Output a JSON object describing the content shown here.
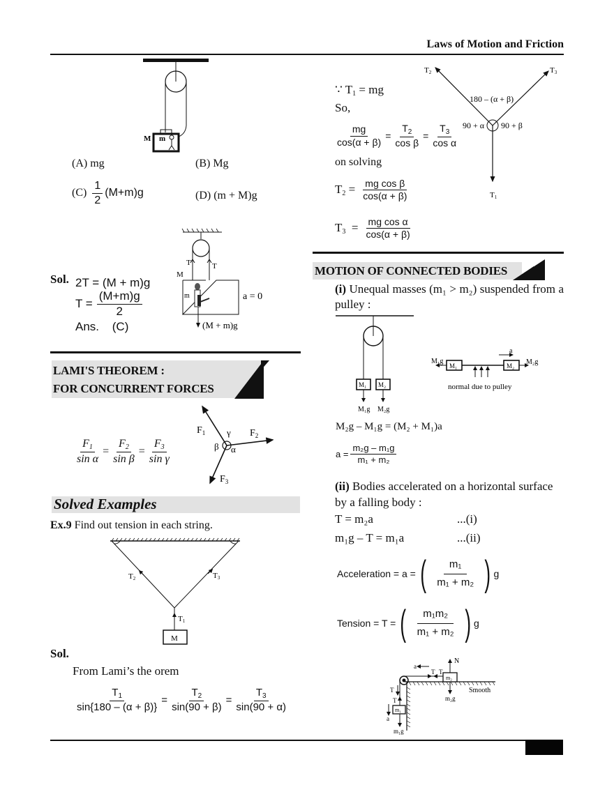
{
  "header": {
    "title": "Laws of Motion and Friction"
  },
  "question_options": [
    {
      "label": "(A)",
      "value": "mg"
    },
    {
      "label": "(B)",
      "value": "Mg"
    },
    {
      "label": "(C)",
      "value_num": "1",
      "value_den": "2",
      "value_tail": "(M+m)g"
    },
    {
      "label": "(D)",
      "value": "(m + M)g"
    }
  ],
  "figure_top": {
    "M_label": "M",
    "m_label": "m"
  },
  "solution_1": {
    "sol_label": "Sol.",
    "line1": "2T = (M + m)g",
    "line2_lhs": "T =",
    "line2_num": "(M+m)g",
    "line2_den": "2",
    "answer_label": "Ans.",
    "answer_value": "(C)",
    "figure": {
      "T_left": "T",
      "T_right": "T",
      "M": "M",
      "m": "m",
      "a": "a = 0",
      "weight": "(M + m)g"
    }
  },
  "lami_section": {
    "title_line1": "LAMI'S THEOREM :",
    "title_line2": "FOR CONCURRENT FORCES",
    "formula": {
      "n1": "F",
      "n1s": "1",
      "d1": "sin α",
      "n2": "F",
      "n2s": "2",
      "d2": "sin β",
      "n3": "F",
      "n3s": "3",
      "d3": "sin γ"
    },
    "figure": {
      "F1": "F",
      "F1s": "1",
      "F2": "F",
      "F2s": "2",
      "F3": "F",
      "F3s": "3",
      "alpha": "α",
      "beta": "β",
      "gamma": "γ"
    }
  },
  "solved_examples": {
    "title": "Solved Examples",
    "ex_label": "Ex.9",
    "ex_text": "Find out tension in each string.",
    "figure": {
      "T1": "T",
      "T1s": "1",
      "T2": "T",
      "T2s": "2",
      "T3": "T",
      "T3s": "3",
      "M": "M"
    },
    "sol_label": "Sol.",
    "sol_text": "From Lami’s the orem",
    "equation": {
      "n1": "T",
      "n1s": "1",
      "d1": "sin{180 – (α + β)}",
      "n2": "T",
      "n2s": "2",
      "d2": "sin(90 + β)",
      "n3": "T",
      "n3s": "3",
      "d3": "sin(90 + α)"
    }
  },
  "right_col": {
    "since_line": "∵  T",
    "since_sub": "1",
    "since_rhs": " = mg",
    "so": "So,",
    "eq1": {
      "n1": "mg",
      "d1": "cos(α + β)",
      "n2": "T",
      "n2s": "2",
      "d2": "cos β",
      "n3": "T",
      "n3s": "3",
      "d3": "cos α"
    },
    "on_solving": "on solving",
    "t2": {
      "lhs": "T",
      "lhs_sub": "2",
      "num": "mg cos β",
      "den": "cos(α + β)"
    },
    "t3": {
      "lhs": "T",
      "lhs_sub": "3",
      "num": "mg cos α",
      "den": "cos(α + β)"
    },
    "force_fig": {
      "T1": "T",
      "T1s": "1",
      "T2": "T",
      "T2s": "2",
      "T3": "T",
      "T3s": "3",
      "top_angle": "180 – (α + β)",
      "left_angle": "90 + α",
      "right_angle": "90 + β"
    }
  },
  "connected_bodies": {
    "title": "MOTION OF CONNECTED BODIES",
    "part_i_label": "(i)",
    "part_i_text": "Unequal masses (m₁ > m₂) suspended from a pulley :",
    "pulley_fig": {
      "M1": "M₁",
      "M2": "M₂",
      "w1": "M₁g",
      "w2": "M₂g"
    },
    "flat_fig": {
      "M1": "M₁",
      "M2": "M₂",
      "w1": "M₁g",
      "w2": "M₂g",
      "a": "a",
      "caption": "normal due to pulley"
    },
    "eq_main": "M₂g – M₁g = (M₂ + M₁)a",
    "eq_a": {
      "lhs": "a =",
      "num": "m₂g – m₁g",
      "den": "m₁ + m₂"
    },
    "part_ii_label": "(ii)",
    "part_ii_text": "Bodies accelerated on a horizontal surface by a falling body :",
    "eq_i": {
      "lhs": "T = m₂a",
      "tag": "...(i)"
    },
    "eq_ii": {
      "lhs": "m₁g – T = m₁a",
      "tag": "...(ii)"
    },
    "accel": {
      "lhs": "Acceleration = a =",
      "num": "m₁",
      "den": "m₁ + m₂",
      "tail": "g"
    },
    "tension": {
      "lhs": "Tension = T =",
      "num": "m₁m₂",
      "den": "m₁ + m₂",
      "tail": "g"
    },
    "table_fig": {
      "a": "a",
      "T": "T",
      "N": "N",
      "m1": "m₁",
      "m2": "m₂",
      "w1": "m₁g",
      "w2": "m₂g",
      "smooth": "Smooth"
    }
  }
}
